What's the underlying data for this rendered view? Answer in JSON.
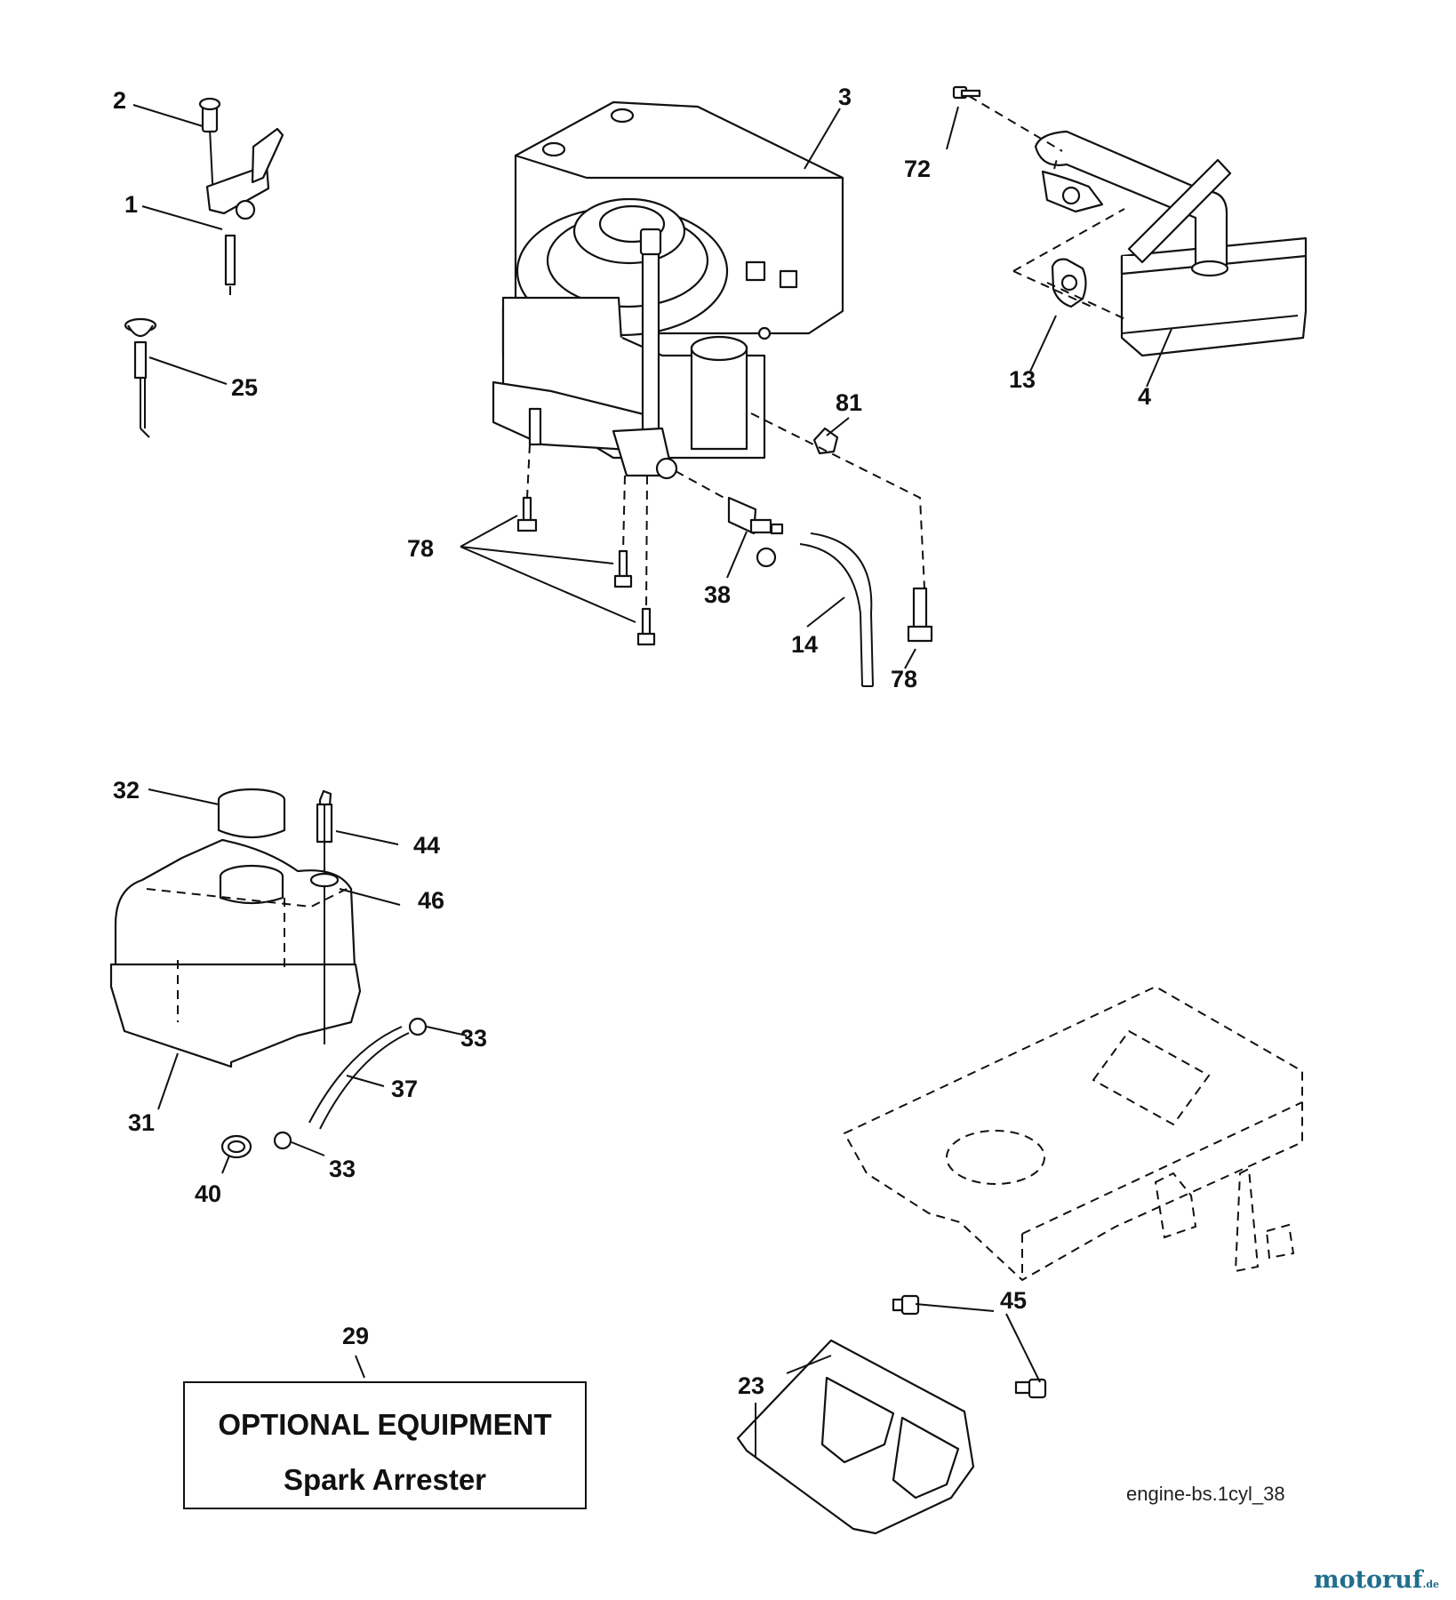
{
  "callouts": {
    "c1": "1",
    "c2": "2",
    "c3": "3",
    "c4": "4",
    "c13": "13",
    "c14": "14",
    "c23": "23",
    "c25": "25",
    "c29": "29",
    "c31": "31",
    "c32": "32",
    "c33a": "33",
    "c33b": "33",
    "c37": "37",
    "c38": "38",
    "c40": "40",
    "c44": "44",
    "c45": "45",
    "c46": "46",
    "c72": "72",
    "c78a": "78",
    "c78b": "78",
    "c81": "81"
  },
  "optional_box": {
    "title": "OPTIONAL EQUIPMENT",
    "subtitle": "Spark Arrester"
  },
  "reference_code": "engine-bs.1cyl_38",
  "watermark": {
    "name": "motoruf",
    "suffix": ".de",
    "color": "#1f6e8c"
  }
}
